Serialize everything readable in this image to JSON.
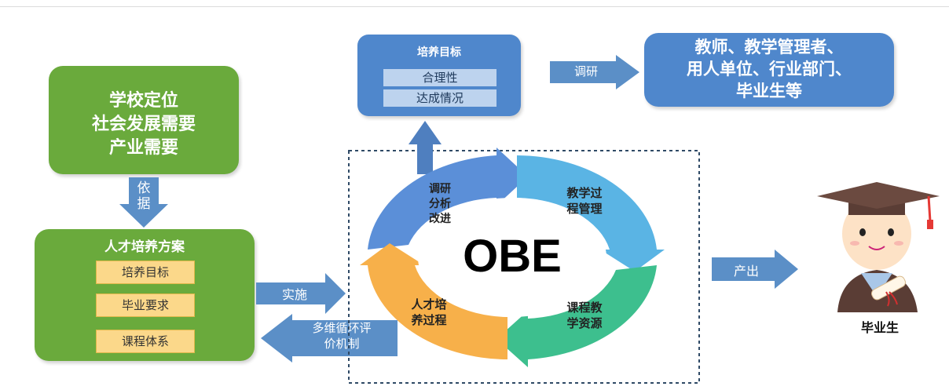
{
  "positioning": {
    "lines": [
      "学校定位",
      "社会发展需要",
      "产业需要"
    ]
  },
  "basis_label": [
    "依",
    "据"
  ],
  "plan": {
    "title": "人才培养方案",
    "items": [
      "培养目标",
      "毕业要求",
      "课程体系"
    ]
  },
  "implement_label": "实施",
  "evaluation_label": [
    "多维循环评",
    "价机制"
  ],
  "goal_box": {
    "title": "培养目标",
    "items": [
      "合理性",
      "达成情况"
    ]
  },
  "survey_label": "调研",
  "stakeholders": {
    "lines": [
      "教师、教学管理者、",
      "用人单位、行业部门、",
      "毕业生等"
    ]
  },
  "cycle": {
    "center": "OBE",
    "segments": [
      {
        "lines": [
          "调研",
          "分析",
          "改进"
        ]
      },
      {
        "lines": [
          "教学过",
          "程管理"
        ]
      },
      {
        "lines": [
          "课程教",
          "学资源"
        ]
      },
      {
        "lines": [
          "人才培",
          "养过程"
        ]
      }
    ]
  },
  "output_label": "产出",
  "graduate_label": "毕业生",
  "colors": {
    "green": "#6aaa3c",
    "blue_box": "#4f87cc",
    "arrow_blue": "#5b8fc7",
    "seg_blue": "#5b8fd8",
    "seg_lightblue": "#5ab4e4",
    "seg_green": "#3dbf8e",
    "seg_orange": "#f7b04a"
  }
}
